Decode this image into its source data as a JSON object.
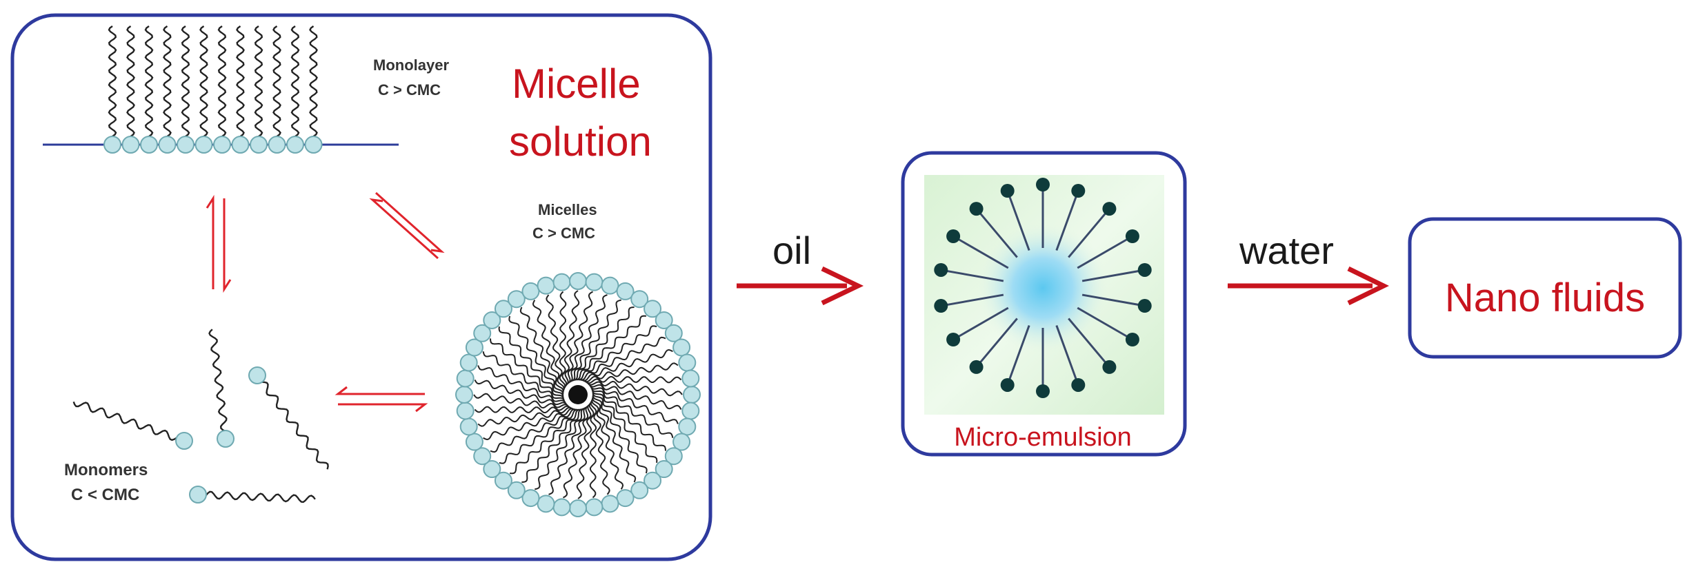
{
  "micelle_panel": {
    "title_line1": "Micelle",
    "title_line2": "solution",
    "monolayer_label": "Monolayer",
    "monolayer_condition": "C > CMC",
    "micelles_label": "Micelles",
    "micelles_condition": "C > CMC",
    "monomers_label": "Monomers",
    "monomers_condition": "C < CMC"
  },
  "arrow_oil": {
    "label": "oil"
  },
  "microemulsion_panel": {
    "label": "Micro-emulsion"
  },
  "arrow_water": {
    "label": "water"
  },
  "nanofluids_panel": {
    "label": "Nano fluids"
  },
  "colors": {
    "box_border": "#2e3a9e",
    "accent_red": "#c8141e",
    "head_fill": "#bfe3e8",
    "head_stroke": "#6fa9b1",
    "tail": "#222222",
    "microemulsion_head": "#0f3b3b",
    "microemulsion_bg": "#dff4dc",
    "core_blue": "#5cc8f0"
  }
}
